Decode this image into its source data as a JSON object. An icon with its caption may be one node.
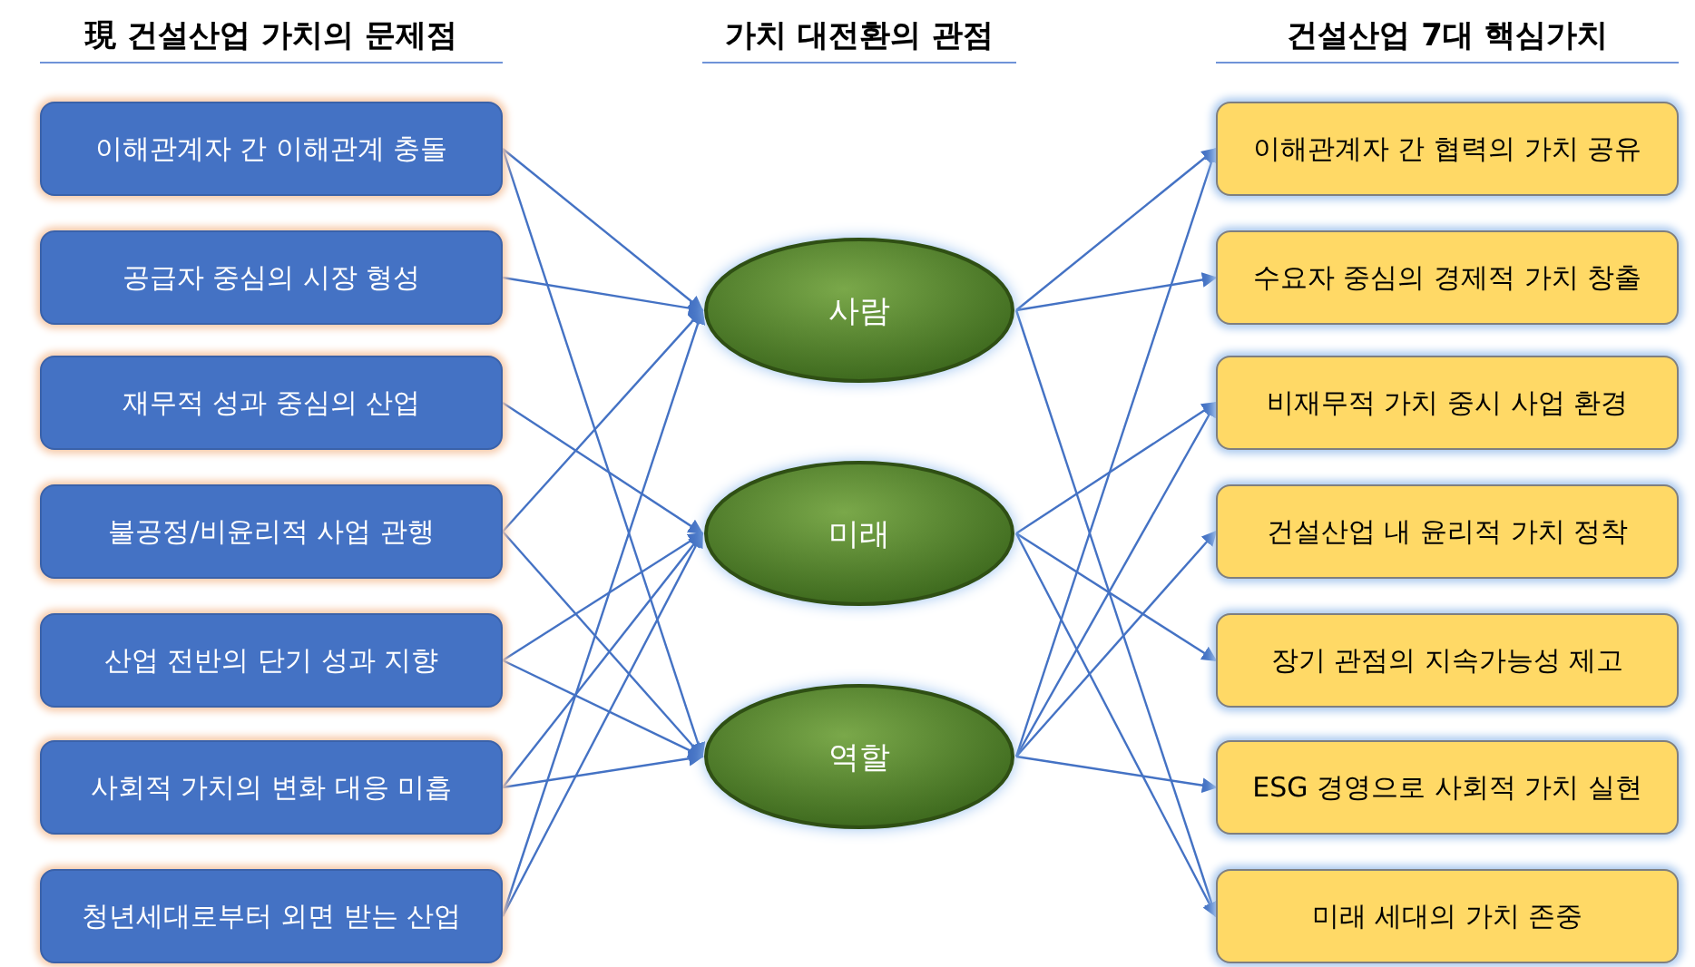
{
  "diagram": {
    "nodes": [
      {
        "text": [
          "이해관계자 간 이해관계 충돌"
        ]
      },
      {
        "text": [
          "공급자 중심의 시장 형성"
        ]
      },
      {
        "text": [
          "재무적 성과 중심의 산업"
        ]
      },
      {
        "text": [
          "불공정/비윤리적 사업 관행"
        ]
      },
      {
        "text": [
          "산업 전반의 단기 성과 지향"
        ]
      },
      {
        "text": [
          "사회적 가치의 변화 대응 미흡"
        ]
      },
      {
        "text": [
          "청년세대로부터 외면 받는 산업"
        ]
      },
      {
        "text": [
          "사람"
        ]
      },
      {
        "text": [
          "미래"
        ]
      },
      {
        "text": [
          "역할"
        ]
      },
      {
        "text": [
          "이해관계자 간 협력의 가치 공유"
        ]
      },
      {
        "text": [
          "수요자 중심의 경제적 가치 창출"
        ]
      },
      {
        "text": [
          "비재무적 가치 중시 사업 환경"
        ]
      },
      {
        "text": [
          "건설산업 내 윤리적 가치 정착"
        ]
      },
      {
        "text": [
          "장기 관점의 지속가능성 제고"
        ]
      },
      {
        "text": [
          "ESG 경영으로 사회적 가치 실현"
        ]
      },
      {
        "text": [
          "미래 세대의 가치 존중"
        ]
      }
    ],
    "edges": [
      {
        "from": 0,
        "to": 7,
        "arrow": "to"
      },
      {
        "from": 0,
        "to": 9,
        "arrow": "to"
      },
      {
        "from": 1,
        "to": 7,
        "arrow": "to"
      },
      {
        "from": 2,
        "to": 8,
        "arrow": "to"
      },
      {
        "from": 3,
        "to": 7,
        "arrow": "to"
      },
      {
        "from": 3,
        "to": 9,
        "arrow": "to"
      },
      {
        "from": 4,
        "to": 8,
        "arrow": "to"
      },
      {
        "from": 4,
        "to": 9,
        "arrow": "to"
      },
      {
        "from": 5,
        "to": 8,
        "arrow": "to"
      },
      {
        "from": 5,
        "to": 9,
        "arrow": "to"
      },
      {
        "from": 6,
        "to": 7,
        "arrow": "to"
      },
      {
        "from": 6,
        "to": 8,
        "arrow": "to"
      },
      {
        "from": 7,
        "to": 10,
        "arrow": "to"
      },
      {
        "from": 7,
        "to": 11,
        "arrow": "to"
      },
      {
        "from": 7,
        "to": 16,
        "arrow": "to"
      },
      {
        "from": 8,
        "to": 12,
        "arrow": "to"
      },
      {
        "from": 8,
        "to": 14,
        "arrow": "to"
      },
      {
        "from": 8,
        "to": 16,
        "arrow": "to"
      },
      {
        "from": 9,
        "to": 10,
        "arrow": "to"
      },
      {
        "from": 9,
        "to": 12,
        "arrow": "to"
      },
      {
        "from": 9,
        "to": 13,
        "arrow": "to"
      },
      {
        "from": 9,
        "to": 15,
        "arrow": "to"
      }
    ],
    "labels": [
      "現 건설산업 가치의 문제점",
      "가치 대전환의 관점",
      "건설산업 7대 핵심가치"
    ]
  }
}
